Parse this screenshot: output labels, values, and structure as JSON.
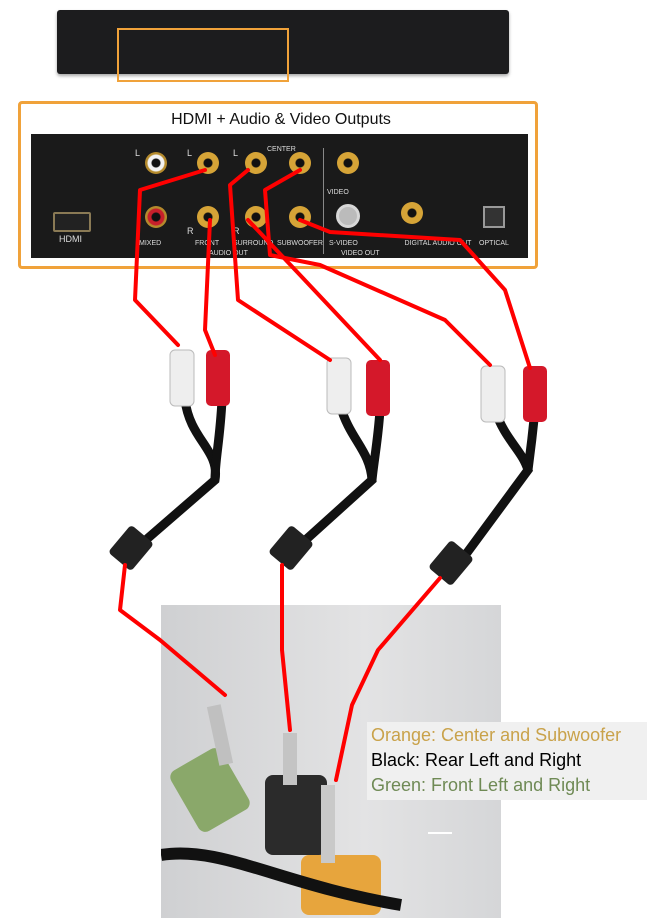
{
  "callout": {
    "title": "HDMI + Audio & Video Outputs"
  },
  "panel_labels": {
    "hdmi": "HDMI",
    "mixed": "MIXED",
    "front": "FRONT",
    "surround": "SURROUND",
    "subwoofer": "SUBWOOFER",
    "audio_out": "AUDIO OUT",
    "center": "CENTER",
    "video": "VIDEO",
    "svideo": "S-VIDEO",
    "video_out": "VIDEO OUT",
    "digital_audio_out": "DIGITAL AUDIO OUT",
    "optical": "OPTICAL",
    "l": "L",
    "r": "R"
  },
  "legend": [
    {
      "text": "Orange: Center and Subwoofer",
      "color": "#c9a24a"
    },
    {
      "text": "Black: Rear Left and Right",
      "color": "#000000"
    },
    {
      "text": "Green: Front Left and Right",
      "color": "#6f8a55"
    }
  ],
  "colors": {
    "accent": "#f0a23a",
    "cable": "#ff0000"
  }
}
